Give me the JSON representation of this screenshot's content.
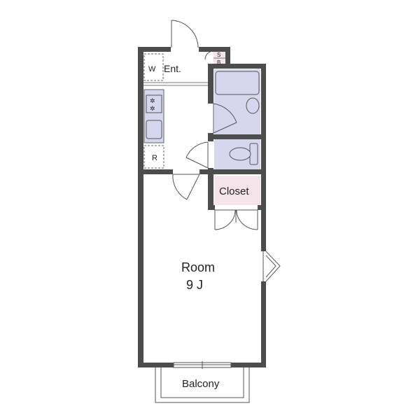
{
  "labels": {
    "entrance": "Ent.",
    "washer": "W",
    "shoe_box_1": "S",
    "shoe_box_2": "B",
    "refrigerator": "R",
    "closet": "Closet",
    "room": "Room",
    "room_size": "9 J",
    "balcony": "Balcony"
  },
  "colors": {
    "wall": "#4d4d4d",
    "bath_fixture": "#d6d6ef",
    "closet_fill": "#f5e4ea",
    "kitchen_fill": "#d6d6ef"
  }
}
